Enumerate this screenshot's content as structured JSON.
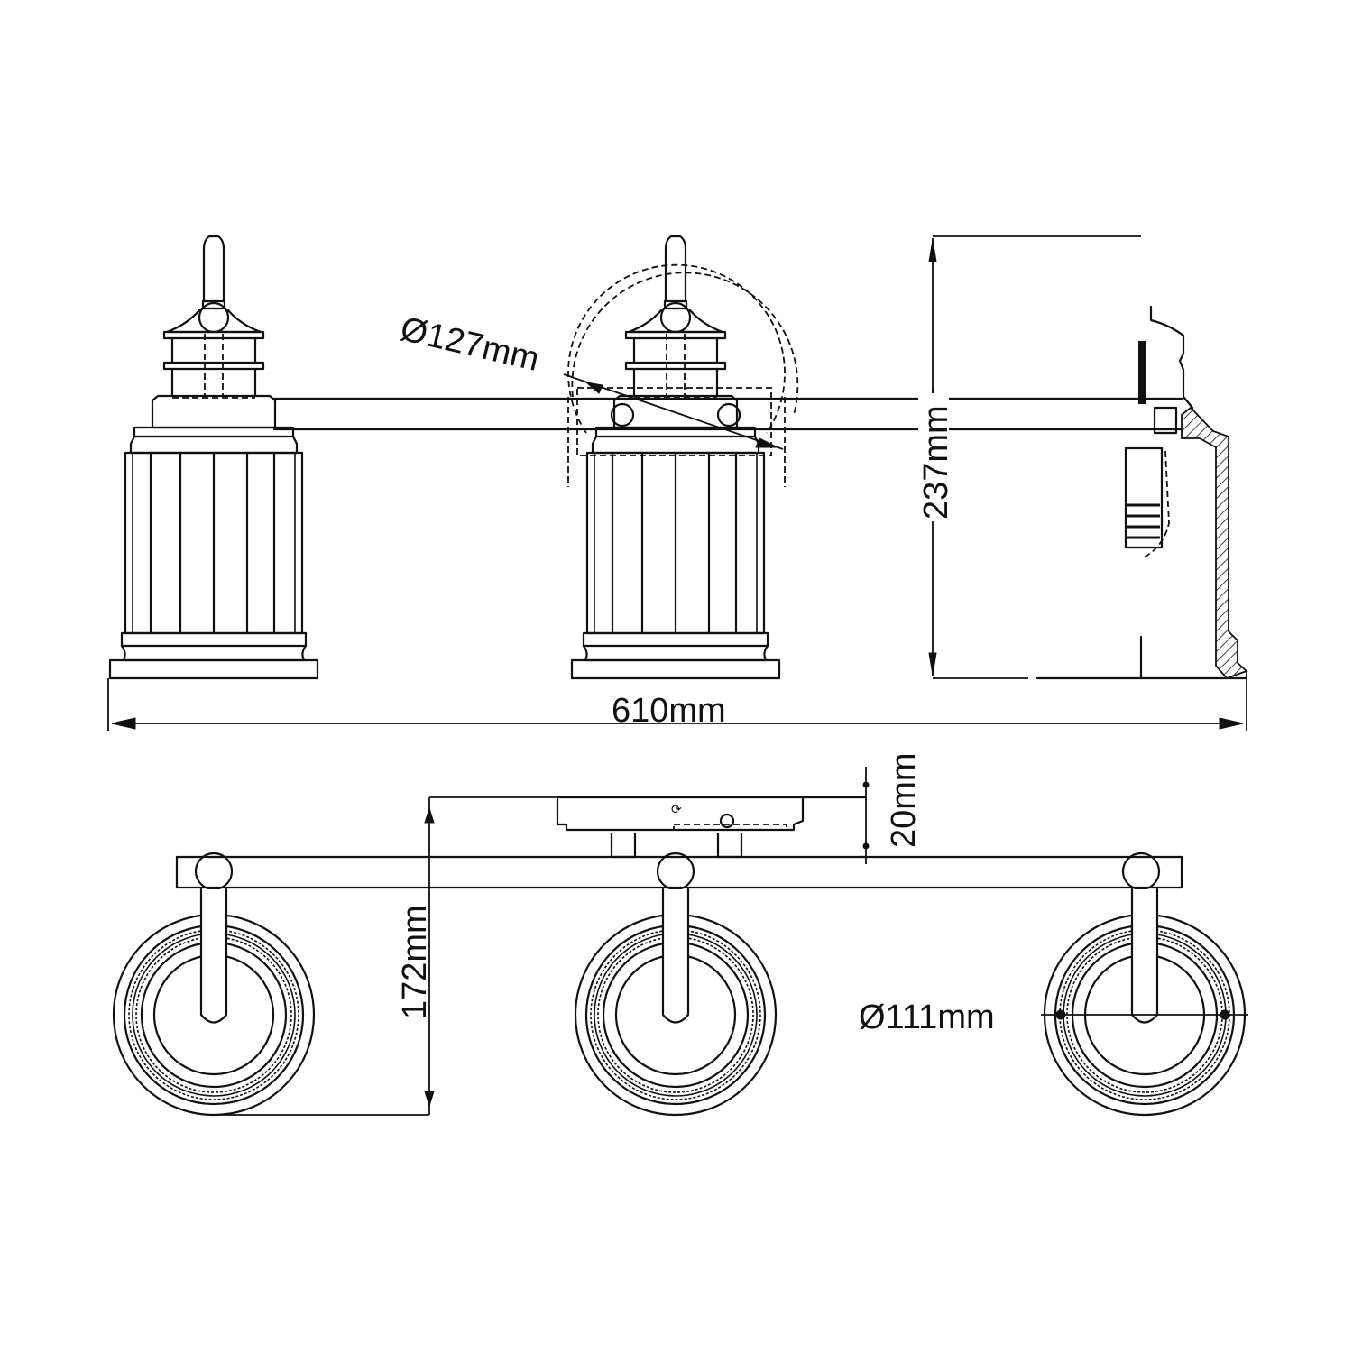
{
  "drawing": {
    "title": "Three-light wall fixture dimension drawing",
    "views": [
      "front-elevation",
      "top-plan"
    ],
    "line_color": "#111111",
    "background": "#ffffff"
  },
  "dimensions": {
    "backplate_diameter": {
      "label": "Ø127mm",
      "value_mm": 127,
      "type": "diameter"
    },
    "height": {
      "label": "237mm",
      "value_mm": 237,
      "type": "vertical"
    },
    "width": {
      "label": "610mm",
      "value_mm": 610,
      "type": "horizontal"
    },
    "backplate_depth": {
      "label": "20mm",
      "value_mm": 20,
      "type": "vertical"
    },
    "projection": {
      "label": "172mm",
      "value_mm": 172,
      "type": "vertical"
    },
    "shade_diameter": {
      "label": "Ø111mm",
      "value_mm": 111,
      "type": "diameter"
    }
  },
  "components": {
    "shade_count": 3,
    "front_view_shades": [
      "left",
      "center",
      "right-section"
    ],
    "plan_view_shades": [
      "left",
      "center",
      "right"
    ]
  }
}
